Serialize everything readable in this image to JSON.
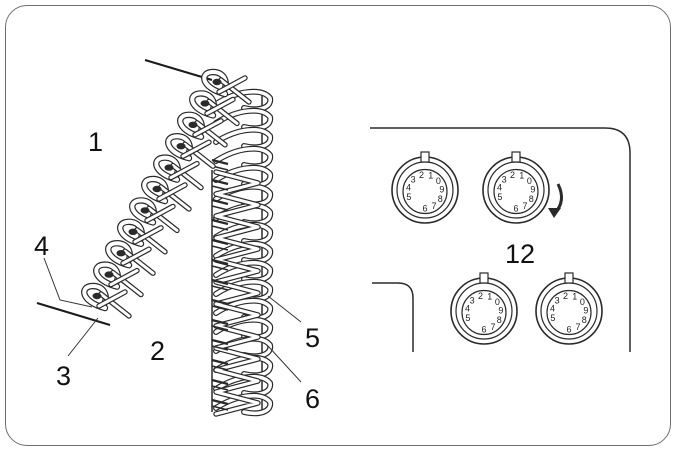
{
  "callouts": {
    "c1": "1",
    "c2": "2",
    "c3": "3",
    "c4": "4",
    "c5": "5",
    "c6": "6",
    "c12": "12"
  },
  "dial_scale": [
    "0",
    "1",
    "2",
    "3",
    "4",
    "5",
    "6",
    "7",
    "8",
    "9"
  ],
  "dials": [
    {
      "name": "dial-top-left"
    },
    {
      "name": "dial-top-right",
      "arrow": true
    },
    {
      "name": "dial-bottom-left"
    },
    {
      "name": "dial-bottom-right"
    }
  ],
  "colors": {
    "line": "#2a2a2a",
    "thread": "#ffffff",
    "frame": "#6f6f6f"
  }
}
